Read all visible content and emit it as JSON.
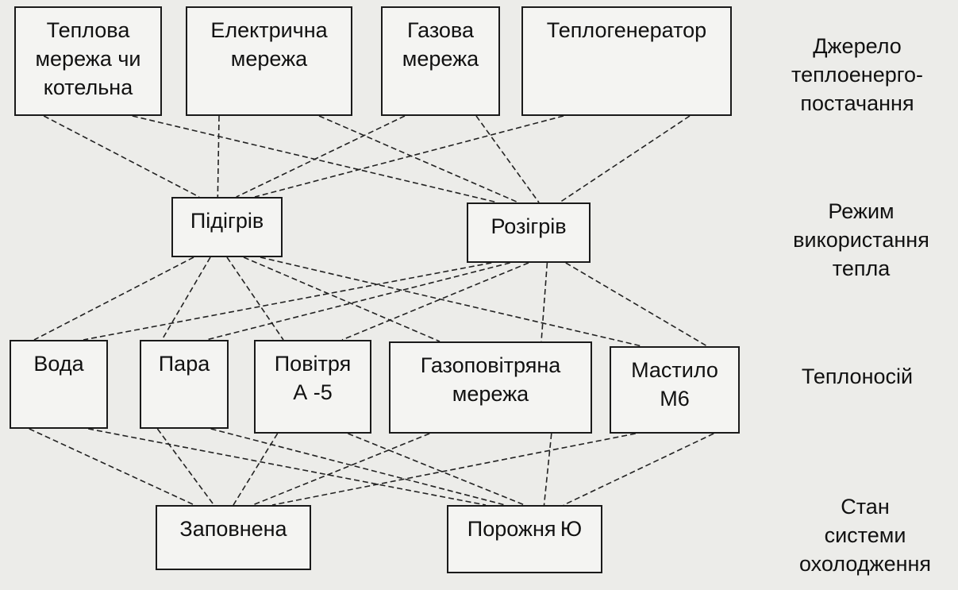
{
  "sources": [
    {
      "id": "heat_network",
      "text": "Теплова\nмережа чи\nкотельна"
    },
    {
      "id": "electric_network",
      "text": "Електрична\nмережа"
    },
    {
      "id": "gas_network",
      "text": "Газова\nмережа"
    },
    {
      "id": "heat_generator",
      "text": "Теплогенератор"
    }
  ],
  "modes": [
    {
      "id": "heating",
      "text": "Підігрів"
    },
    {
      "id": "reheating",
      "text": "Розігрів"
    }
  ],
  "carriers": [
    {
      "id": "water",
      "text": "Вода"
    },
    {
      "id": "steam",
      "text": "Пара"
    },
    {
      "id": "air",
      "text": "Повітря\nА -5"
    },
    {
      "id": "gas_air",
      "text": "Газоповітряна\nмережа"
    },
    {
      "id": "oil",
      "text": "Мастило\nМ6"
    }
  ],
  "states": [
    {
      "id": "filled",
      "text": "Заповнена"
    },
    {
      "id": "empty",
      "text": "Порожня Ю"
    }
  ],
  "levels": {
    "source": "Джерело\nтеплоенерго-\nпостачання",
    "mode": "Режим\nвикористання\nтепла",
    "carrier": "Теплоносій",
    "state": "Стан\nсистеми\nохолодження"
  }
}
